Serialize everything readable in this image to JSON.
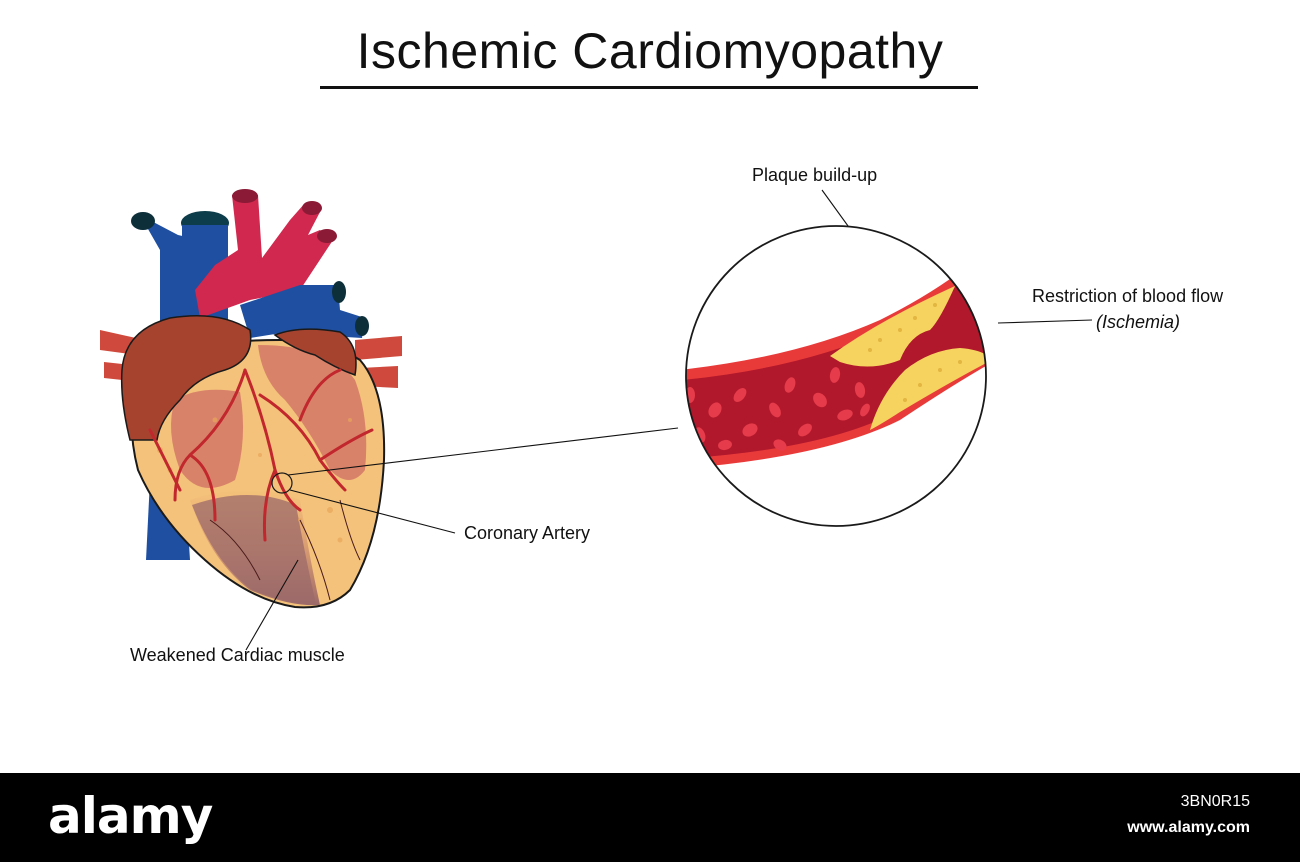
{
  "title": "Ischemic Cardiomyopathy",
  "labels": {
    "plaque": "Plaque build-up",
    "restriction": "Restriction of blood flow",
    "ischemia": "(Ischemia)",
    "coronary": "Coronary Artery",
    "weakened": "Weakened Cardiac muscle"
  },
  "watermark": {
    "logo": "alamy",
    "image_id": "3BN0R15",
    "url": "www.alamy.com"
  },
  "colors": {
    "vein_blue": "#1e4fa0",
    "artery_red": "#d0284e",
    "atrium_brown": "#a5432f",
    "muscle_pink": "#d9826a",
    "fat_yellow": "#f4c27a",
    "vessel_red": "#b2182b",
    "plaque_yellow": "#f5d35e"
  }
}
